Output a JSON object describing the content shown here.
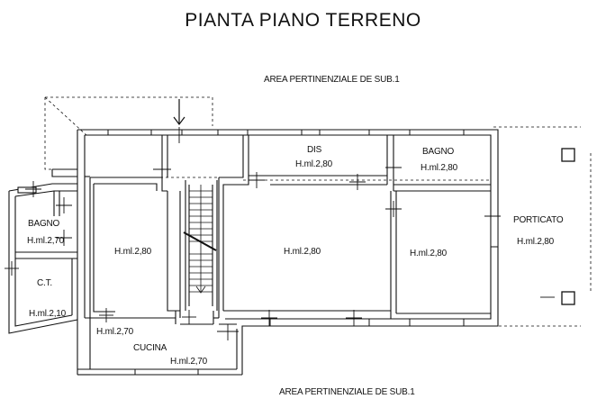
{
  "title": "PIANTA PIANO TERRENO",
  "area_top": "AREA PERTINENZIALE DE SUB.1",
  "area_bottom": "AREA PERTINENZIALE DE SUB.1",
  "rooms": {
    "dis": {
      "name": "DIS",
      "height": "H.ml.2,80"
    },
    "bagno_right": {
      "name": "BAGNO",
      "height": "H.ml.2,80"
    },
    "porticato": {
      "name": "PORTICATO",
      "height": "H.ml.2,80"
    },
    "bagno_left": {
      "name": "BAGNO",
      "height": "H.ml.2,70"
    },
    "ct": {
      "name": "C.T.",
      "height": "H.ml.2,10"
    },
    "room_left": {
      "height": "H.ml.2,80"
    },
    "room_center": {
      "height": "H.ml.2,80"
    },
    "room_right": {
      "height": "H.ml.2,80"
    },
    "corridor_small": {
      "height": "H.ml.2,70"
    },
    "cucina": {
      "name": "CUCINA",
      "height": "H.ml.2,70"
    }
  }
}
